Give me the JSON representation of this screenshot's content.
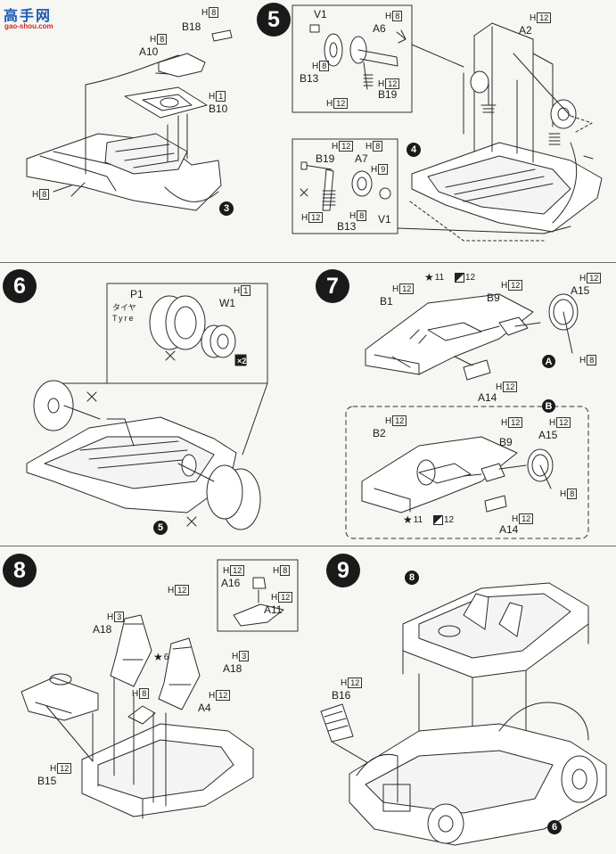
{
  "watermark": {
    "text": "高手网",
    "url": "gao-shou.com"
  },
  "steps": {
    "s5": "5",
    "s6": "6",
    "s7": "7",
    "s8": "8",
    "s9": "9"
  },
  "callouts": {
    "c3": "3",
    "c4": "4",
    "c5": "5",
    "c6": "6",
    "c8": "8"
  },
  "step4": {
    "b18": "B18",
    "b18_h": "H",
    "b18_hn": "8",
    "a10": "A10",
    "a10_h": "H",
    "a10_hn": "8",
    "b10": "B10",
    "b10_h": "H",
    "b10_hn": "1",
    "floor_h": "H",
    "floor_hn": "8"
  },
  "step5": {
    "v1": "V1",
    "a6": "A6",
    "a6_h": "H",
    "a6_hn": "8",
    "b13": "B13",
    "b13_h": "H",
    "b13_hn": "8",
    "b19": "B19",
    "b19_h": "H",
    "b19_hn": "12",
    "spring_h": "H",
    "spring_hn": "12",
    "a2": "A2",
    "a2_h": "H",
    "a2_hn": "12",
    "lower": {
      "b19": "B19",
      "b19_h": "H",
      "b19_hn": "12",
      "a7": "A7",
      "a7_h": "H",
      "a7_hn": "8",
      "h9": "H",
      "h9n": "9",
      "spring_h": "H",
      "spring_hn": "12",
      "b13": "B13",
      "b13_h": "H",
      "b13_hn": "8",
      "v1": "V1"
    }
  },
  "step6": {
    "p1": "P1",
    "tyre_jp": "タイヤ",
    "tyre_en": "Tyre",
    "w1": "W1",
    "w1_h": "H",
    "w1_hn": "1",
    "mult": "×2"
  },
  "step7": {
    "b1": "B1",
    "b1_h": "H",
    "b1_hn": "12",
    "c11": "11",
    "c12": "12",
    "b9": "B9",
    "b9_h": "H",
    "b9_hn": "12",
    "a15": "A15",
    "a15_h": "H",
    "a15_hn": "12",
    "a15_h2": "H",
    "a15_hn2": "8",
    "a14": "A14",
    "a14_h": "H",
    "a14_hn": "12",
    "optA": "A",
    "optB": "B",
    "b2": "B2",
    "b2_h": "H",
    "b2_hn": "12",
    "b9b": "B9",
    "b9b_h": "H",
    "b9b_hn": "12",
    "a15b": "A15",
    "a15b_h": "H",
    "a15b_hn": "12",
    "a15b_h2": "H",
    "a15b_hn2": "8",
    "a14b": "A14",
    "a14b_h": "H",
    "a14b_hn": "12",
    "c11b": "11",
    "c12b": "12"
  },
  "step8": {
    "a16": "A16",
    "a16_h": "H",
    "a16_hn": "12",
    "a16_h2": "H",
    "a16_hn2": "8",
    "a11": "A11",
    "a11_h": "H",
    "a11_hn": "12",
    "a18": "A18",
    "a18_h": "H",
    "a18_hn": "3",
    "a18_top": "H",
    "a18_topn": "12",
    "c6": "6",
    "a18b": "A18",
    "a18b_h": "H",
    "a18b_hn": "3",
    "a4": "A4",
    "a4_h": "H",
    "a4_hn": "12",
    "h8": "H",
    "h8n": "8",
    "b15": "B15",
    "b15_h": "H",
    "b15_hn": "12"
  },
  "step9": {
    "b16": "B16",
    "b16_h": "H",
    "b16_hn": "12"
  }
}
